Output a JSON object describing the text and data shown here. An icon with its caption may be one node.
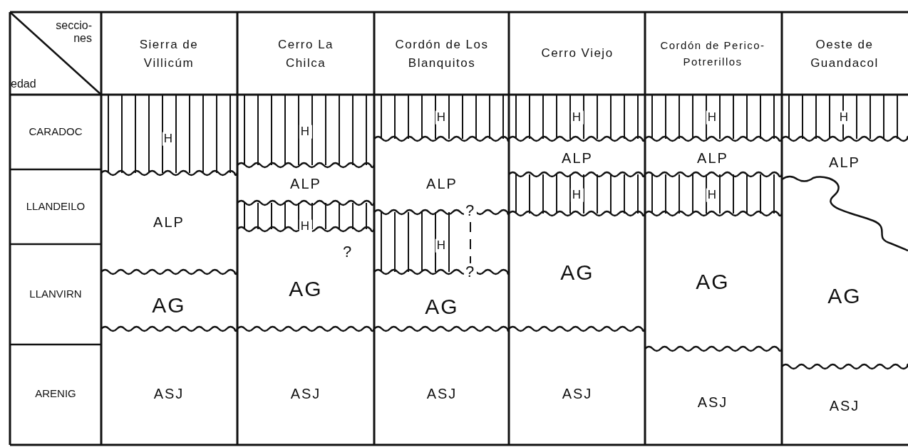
{
  "diagram": {
    "labels": [
      "seccio- nes",
      "edad",
      "Sierra de Villicúm",
      "Cerro La Chilca",
      "Cordón de Los Blanquitos",
      "Cerro Viejo",
      "Cordón de Perico-Potrerillos",
      "Oeste de Guandacol",
      "CARADOC",
      "H",
      "H",
      "H",
      "H",
      "ALP",
      "H",
      "ALP",
      "H",
      "ALP",
      "LLANDEILO",
      "ALP",
      "ALP",
      "H",
      "?",
      "ALP",
      "?",
      "H",
      "H",
      "LLANVIRN",
      "AG",
      "AG",
      "H",
      "?",
      "AG",
      "AG",
      "AG",
      "AG",
      "ARENIG",
      "ASJ",
      "ASJ",
      "ASJ",
      "ASJ",
      "ASJ",
      "ASJ"
    ]
  }
}
